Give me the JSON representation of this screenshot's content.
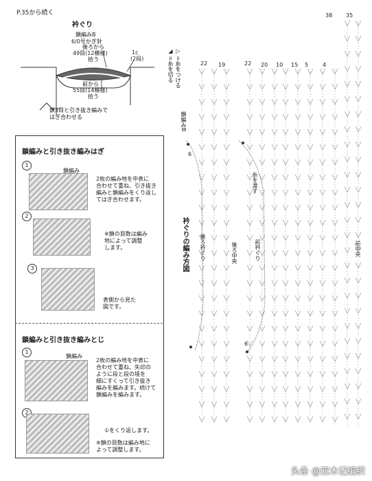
{
  "header": {
    "continued": "P.35から続く"
  },
  "collar": {
    "title": "衿ぐり",
    "stitch": "鎖編みB",
    "hook": "6/0号かぎ針",
    "back_label": "後ろから",
    "back_count": "49目(12模様)",
    "back_pick": "拾う",
    "front_label": "前から",
    "front_count": "55目(14模様)",
    "front_pick": "拾う",
    "rows": "1c",
    "rows_detail": "(2段)",
    "join_note1": "鎖3目と引き抜き編みで",
    "join_note2": "はぎ合わせる"
  },
  "section1": {
    "title": "鎖編みと引き抜き編みはぎ",
    "label_chain": "鎖編み",
    "step1_text": [
      "2枚の編み地を中表に",
      "合わせて重ね、引き抜き",
      "編みと鎖編みをくり返し",
      "てはぎ合わせます。"
    ],
    "step2_text": [
      "※鎖の目数は編み",
      "地によって調整",
      "します。"
    ],
    "step3_text": [
      "表側から見た",
      "図です。"
    ],
    "steps": [
      "1",
      "2",
      "3"
    ]
  },
  "section2": {
    "title": "鎖編みと引き抜き編みとじ",
    "label_chain": "鎖編み",
    "step1_text": [
      "2枚の編み地を中表に",
      "合わせて重ね、矢印の",
      "ように段と段の境を",
      "細にすくって引き抜き",
      "編みを編みます。続けて",
      "鎖編みを編みます。"
    ],
    "step2_text": [
      "①をくり返します。"
    ],
    "step2_note": [
      "※鎖の目数は編み地に",
      "よって調整します。"
    ],
    "steps": [
      "1",
      "2"
    ]
  },
  "diagram": {
    "legend_cut": "◢ =糸を切る",
    "legend_attach": "▷ =糸をつける",
    "title": "衿ぐりの編み方図",
    "label_back_collar": "後ろ衿ぐり",
    "label_front_collar": "前衿ぐり",
    "label_back_center": "後ろ中央",
    "label_front_center": "前中央",
    "label_chain_b": "鎖編みB",
    "label_yarn_pass": "糸を渡す",
    "row_numbers": [
      "22",
      "20",
      "19",
      "15",
      "10",
      "5",
      "4",
      "38",
      "35",
      "6",
      "6"
    ]
  },
  "watermark": "头条 @双木记编织"
}
